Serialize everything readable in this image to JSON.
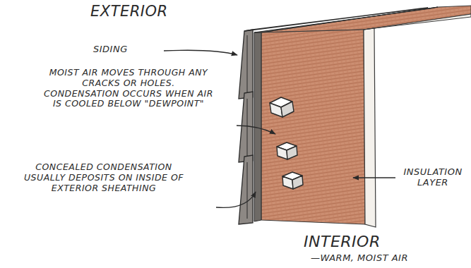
{
  "diagram": {
    "labels": [
      "EXTERIOR",
      "SIDING",
      "MOIST AIR MOVES THROUGH ANY CRACKS OR HOLES. CONDENSATION OCCURS WHEN AIR IS COOLED BELOW \"DEWPOINT\"",
      "CONCEALED CONDENSATION USUALLY DEPOSITS ON INSIDE OF EXTERIOR SHEATHING",
      "INSULATION LAYER",
      "INTERIOR",
      "—WARM, MOIST AIR"
    ]
  }
}
